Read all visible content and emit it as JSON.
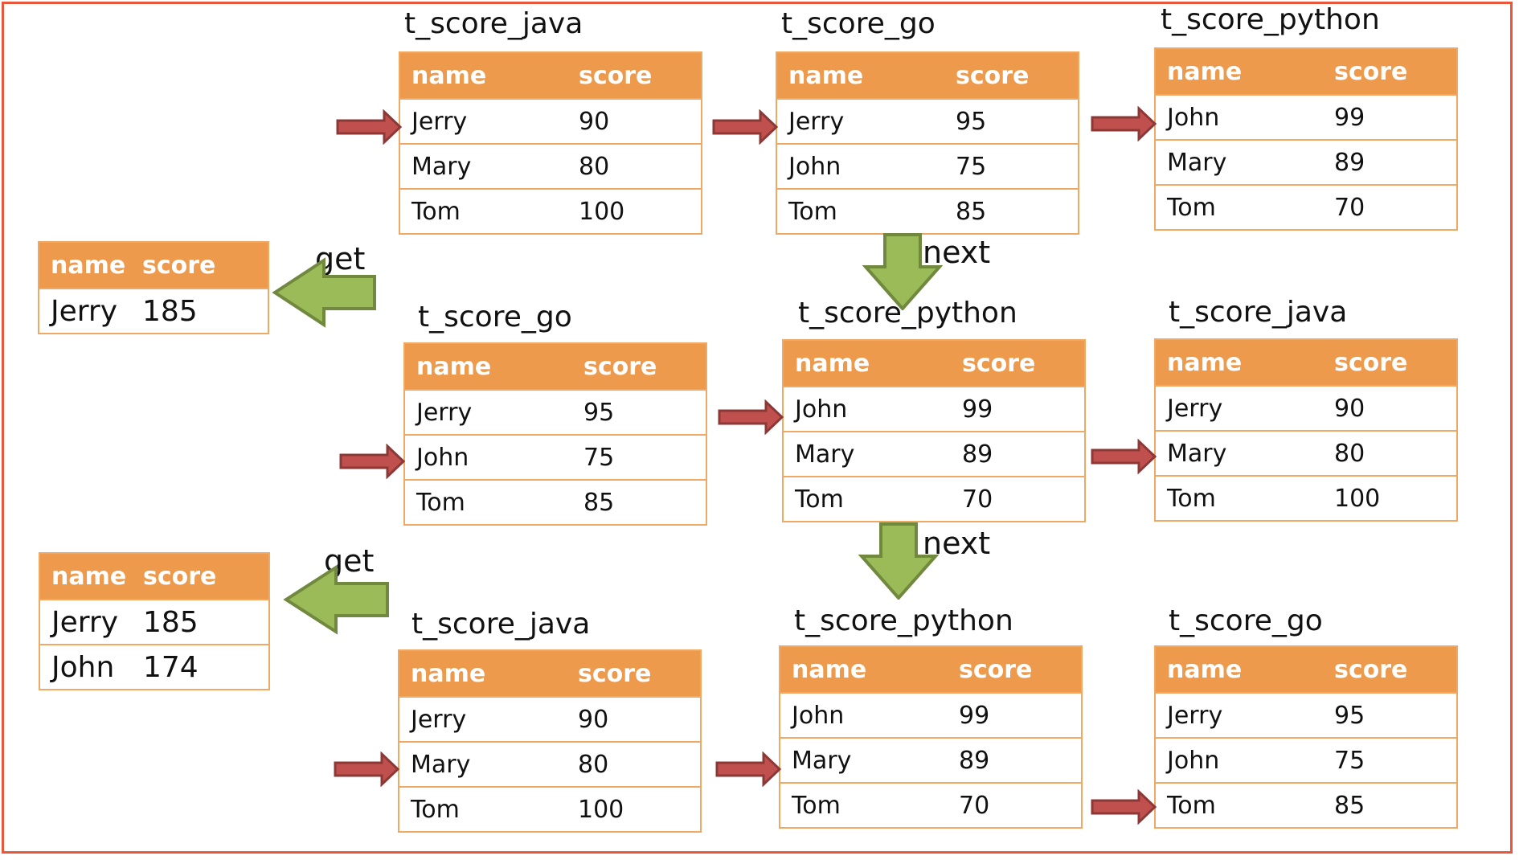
{
  "header": {
    "name": "name",
    "score": "score"
  },
  "labels": {
    "get": "get",
    "next": "next"
  },
  "colors": {
    "header": "#EE9A4D",
    "border": "#F0A865",
    "pointer": "#C0504D",
    "step_arrow": "#9BBB59",
    "frame": "#E8573A"
  },
  "step1": {
    "java": {
      "title": "t_score_java",
      "rows": [
        {
          "name": "Jerry",
          "score": "90"
        },
        {
          "name": "Mary",
          "score": "80"
        },
        {
          "name": "Tom",
          "score": "100"
        }
      ]
    },
    "go": {
      "title": "t_score_go",
      "rows": [
        {
          "name": "Jerry",
          "score": "95"
        },
        {
          "name": "John",
          "score": "75"
        },
        {
          "name": "Tom",
          "score": "85"
        }
      ]
    },
    "python": {
      "title": "t_score_python",
      "rows": [
        {
          "name": "John",
          "score": "99"
        },
        {
          "name": "Mary",
          "score": "89"
        },
        {
          "name": "Tom",
          "score": "70"
        }
      ]
    }
  },
  "step2": {
    "go": {
      "title": "t_score_go",
      "rows": [
        {
          "name": "Jerry",
          "score": "95"
        },
        {
          "name": "John",
          "score": "75"
        },
        {
          "name": "Tom",
          "score": "85"
        }
      ]
    },
    "python": {
      "title": "t_score_python",
      "rows": [
        {
          "name": "John",
          "score": "99"
        },
        {
          "name": "Mary",
          "score": "89"
        },
        {
          "name": "Tom",
          "score": "70"
        }
      ]
    },
    "java": {
      "title": "t_score_java",
      "rows": [
        {
          "name": "Jerry",
          "score": "90"
        },
        {
          "name": "Mary",
          "score": "80"
        },
        {
          "name": "Tom",
          "score": "100"
        }
      ]
    }
  },
  "step3": {
    "java": {
      "title": "t_score_java",
      "rows": [
        {
          "name": "Jerry",
          "score": "90"
        },
        {
          "name": "Mary",
          "score": "80"
        },
        {
          "name": "Tom",
          "score": "100"
        }
      ]
    },
    "python": {
      "title": "t_score_python",
      "rows": [
        {
          "name": "John",
          "score": "99"
        },
        {
          "name": "Mary",
          "score": "89"
        },
        {
          "name": "Tom",
          "score": "70"
        }
      ]
    },
    "go": {
      "title": "t_score_go",
      "rows": [
        {
          "name": "Jerry",
          "score": "95"
        },
        {
          "name": "John",
          "score": "75"
        },
        {
          "name": "Tom",
          "score": "85"
        }
      ]
    }
  },
  "result1": {
    "rows": [
      {
        "name": "Jerry",
        "score": "185"
      }
    ]
  },
  "result2": {
    "rows": [
      {
        "name": "Jerry",
        "score": "185"
      },
      {
        "name": "John",
        "score": "174"
      }
    ]
  }
}
